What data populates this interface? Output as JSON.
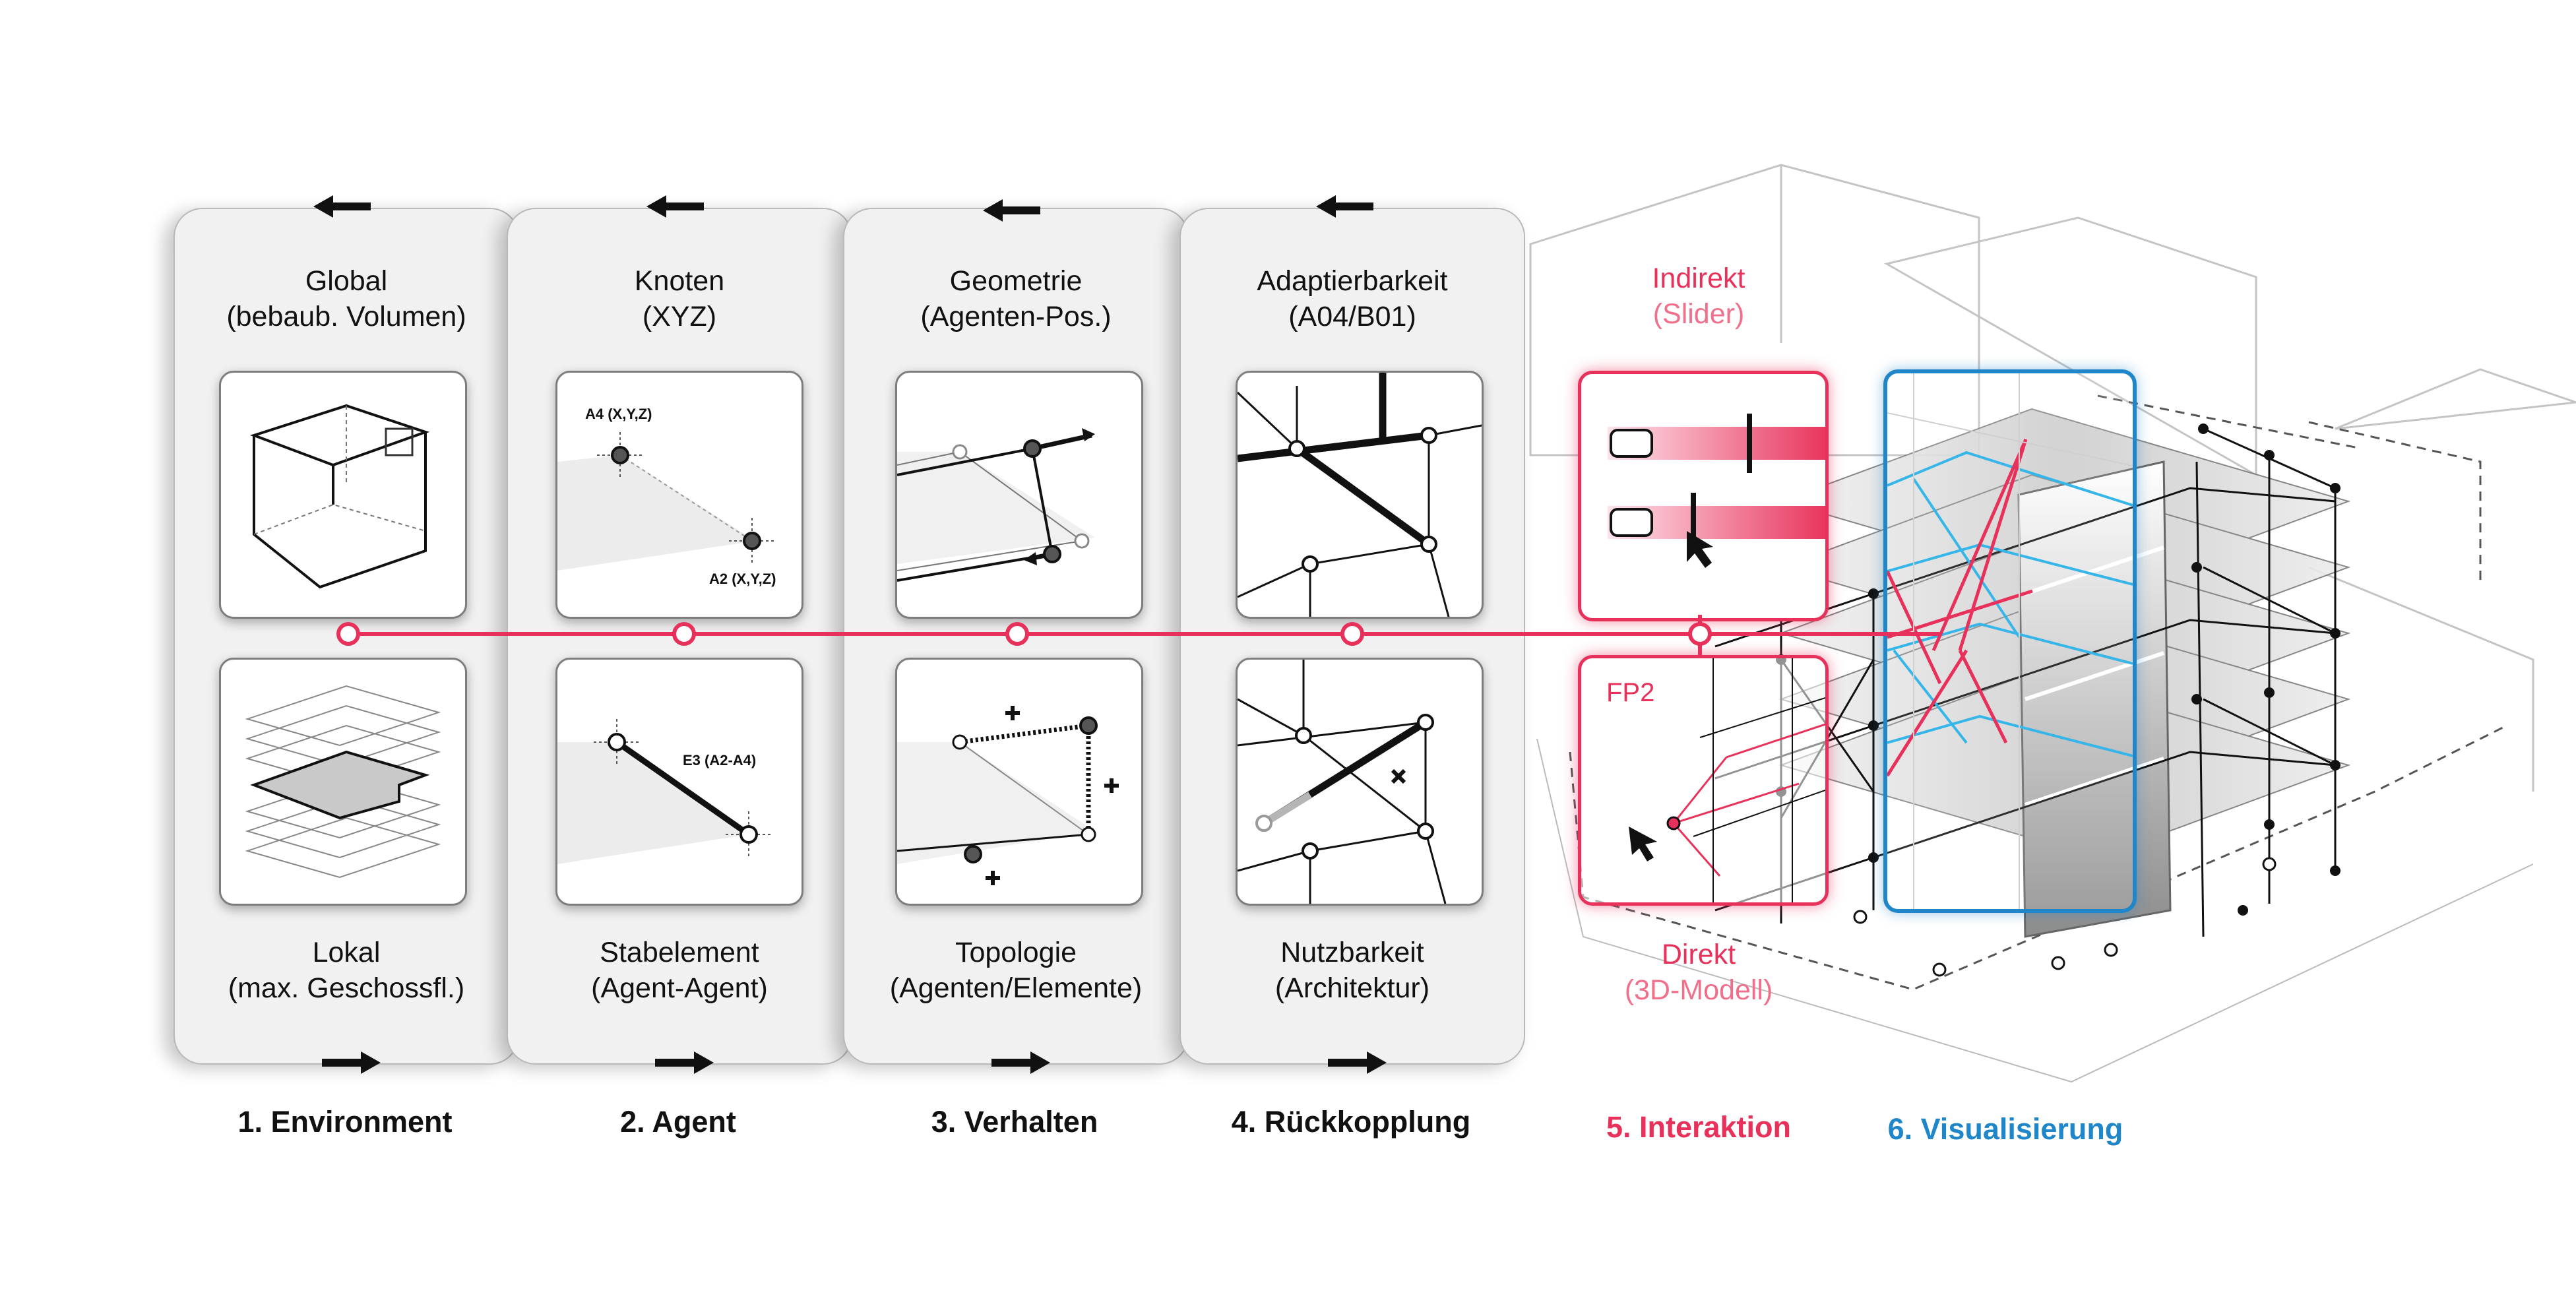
{
  "steps": [
    {
      "number_label": "1. Environment",
      "top_title": "Global",
      "top_sub": "(bebaub. Volumen)",
      "bottom_title": "Lokal",
      "bottom_sub": "(max. Geschossfl.)"
    },
    {
      "number_label": "2. Agent",
      "top_title": "Knoten",
      "top_sub": "(XYZ)",
      "bottom_title": "Stabelement",
      "bottom_sub": "(Agent-Agent)"
    },
    {
      "number_label": "3. Verhalten",
      "top_title": "Geometrie",
      "top_sub": "(Agenten-Pos.)",
      "bottom_title": "Topologie",
      "bottom_sub": "(Agenten/Elemente)"
    },
    {
      "number_label": "4. Rückkopplung",
      "top_title": "Adaptierbarkeit",
      "top_sub": "(A04/B01)",
      "bottom_title": "Nutzbarkeit",
      "bottom_sub": "(Architektur)"
    }
  ],
  "agent_card": {
    "node_a4": "A4 (X,Y,Z)",
    "node_a2": "A2 (X,Y,Z)",
    "element_e3": "E3 (A2-A4)"
  },
  "interaction": {
    "label": "5. Interaktion",
    "indirect_title": "Indirekt",
    "indirect_sub": "(Slider)",
    "direct_title": "Direkt",
    "direct_sub": "(3D-Modell)",
    "fp_label": "FP2"
  },
  "visualization": {
    "label": "6. Visualisierung"
  },
  "colors": {
    "accent_red": "#e8315a",
    "light_red": "#f0708c",
    "accent_blue": "#1f86c9",
    "panel_bg": "#f1f1f1"
  }
}
